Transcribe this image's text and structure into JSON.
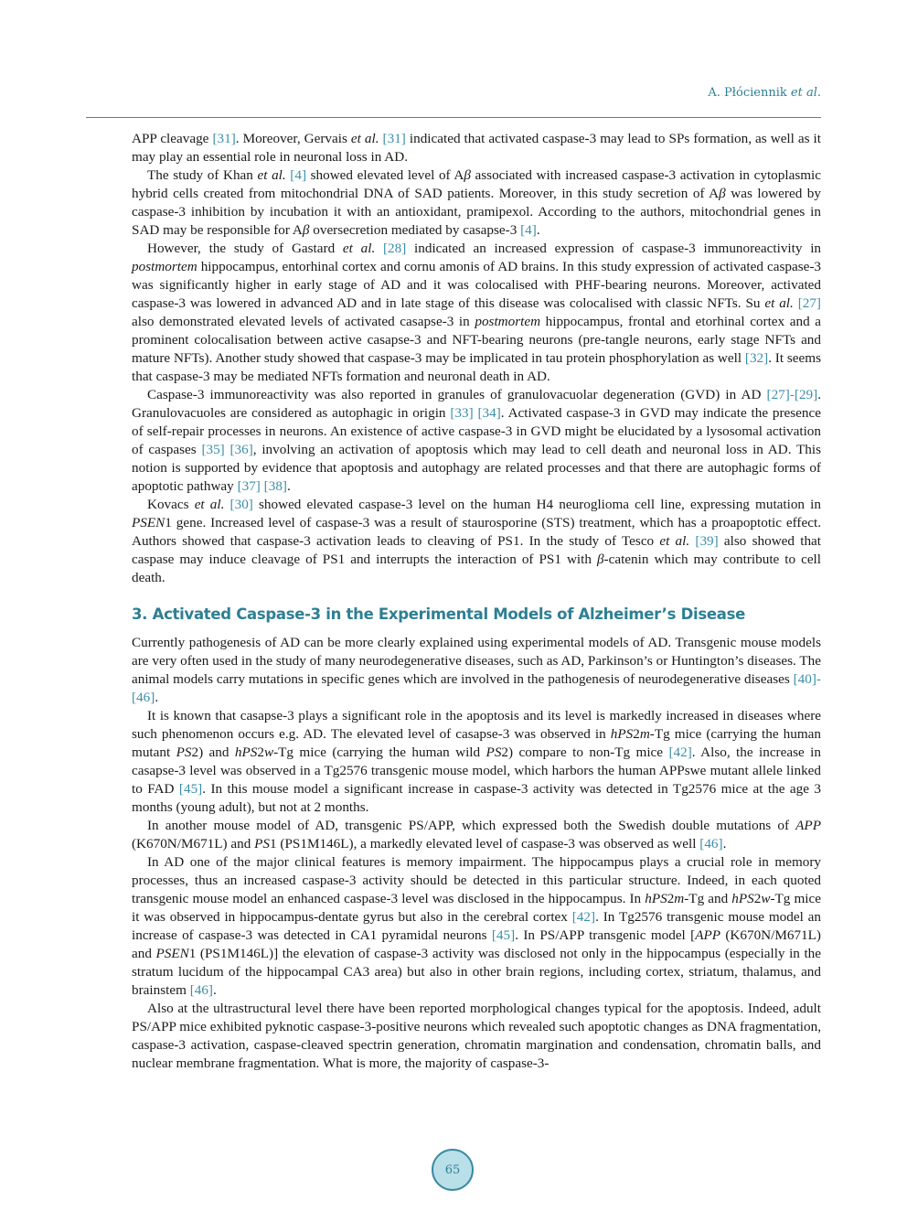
{
  "header": {
    "author": "A. Płóciennik",
    "author_suffix": "et al."
  },
  "page_number": "65",
  "section": {
    "title": "3. Activated Caspase-3 in the Experimental Models of Alzheimer’s Disease"
  },
  "paragraphs": [
    {
      "id": "p1",
      "indent": false,
      "segments": [
        {
          "t": "APP cleavage "
        },
        {
          "ref": "[31]"
        },
        {
          "t": ". Moreover, Gervais "
        },
        {
          "i": "et al."
        },
        {
          "t": " "
        },
        {
          "ref": "[31]"
        },
        {
          "t": " indicated that activated caspase-3 may lead to SPs formation, as well as it may play an essential role in neuronal loss in AD."
        }
      ]
    },
    {
      "id": "p2",
      "indent": true,
      "segments": [
        {
          "t": "The study of Khan "
        },
        {
          "i": "et al."
        },
        {
          "t": " "
        },
        {
          "ref": "[4]"
        },
        {
          "t": " showed elevated level of A"
        },
        {
          "i": "β"
        },
        {
          "t": " associated with increased caspase-3 activation in cytoplasmic hybrid cells created from mitochondrial DNA of SAD patients. Moreover, in this study secretion of A"
        },
        {
          "i": "β"
        },
        {
          "t": " was lowered by caspase-3 inhibition by incubation it with an antioxidant, pramipexol. According to the authors, mitochondrial genes in SAD may be responsible for A"
        },
        {
          "i": "β"
        },
        {
          "t": " oversecretion mediated by casapse-3 "
        },
        {
          "ref": "[4]"
        },
        {
          "t": "."
        }
      ]
    },
    {
      "id": "p3",
      "indent": true,
      "segments": [
        {
          "t": "However, the study of Gastard "
        },
        {
          "i": "et al."
        },
        {
          "t": " "
        },
        {
          "ref": "[28]"
        },
        {
          "t": " indicated an increased expression of caspase-3 immunoreactivity in "
        },
        {
          "i": "postmortem"
        },
        {
          "t": " hippocampus, entorhinal cortex and cornu amonis of AD brains. In this study expression of activated caspase-3 was significantly higher in early stage of AD and it was colocalised with PHF-bearing neurons. Moreover, activated caspase-3 was lowered in advanced AD and in late stage of this disease was colocalised with classic NFTs. Su "
        },
        {
          "i": "et al."
        },
        {
          "t": " "
        },
        {
          "ref": "[27]"
        },
        {
          "t": " also demonstrated elevated levels of activated casapse-3 in "
        },
        {
          "i": "postmortem"
        },
        {
          "t": " hippocampus, frontal and etorhinal cortex and a prominent colocalisation between active casapse-3 and NFT-bearing neurons (pre-tangle neurons, early stage NFTs and mature NFTs). Another study showed that caspase-3 may be implicated in tau protein phosphorylation as well "
        },
        {
          "ref": "[32]"
        },
        {
          "t": ". It seems that caspase-3 may be mediated NFTs formation and neuronal death in AD."
        }
      ]
    },
    {
      "id": "p4",
      "indent": true,
      "segments": [
        {
          "t": "Caspase-3 immunoreactivity was also reported in granules of granulovacuolar degeneration (GVD) in AD "
        },
        {
          "ref": "[27]-[29]"
        },
        {
          "t": ". Granulovacuoles are considered as autophagic in origin "
        },
        {
          "ref": "[33] [34]"
        },
        {
          "t": ". Activated caspase-3 in GVD may indicate the presence of self-repair processes in neurons. An existence of active caspase-3 in GVD might be elucidated by a lysosomal activation of caspases "
        },
        {
          "ref": "[35] [36]"
        },
        {
          "t": ", involving an activation of apoptosis which may lead to cell death and neuronal loss in AD. This notion is supported by evidence that apoptosis and autophagy are related processes and that there are autophagic forms of apoptotic pathway "
        },
        {
          "ref": "[37] [38]"
        },
        {
          "t": "."
        }
      ]
    },
    {
      "id": "p5",
      "indent": true,
      "segments": [
        {
          "t": "Kovacs "
        },
        {
          "i": "et al."
        },
        {
          "t": " "
        },
        {
          "ref": "[30]"
        },
        {
          "t": " showed elevated caspase-3 level on the human H4 neuroglioma cell line, expressing mutation in "
        },
        {
          "i": "PSEN"
        },
        {
          "t": "1 gene. Increased level of caspase-3 was a result of staurosporine (STS) treatment, which has a proapoptotic effect. Authors showed that caspase-3 activation leads to cleaving of PS1. In the study of Tesco "
        },
        {
          "i": "et al."
        },
        {
          "t": " "
        },
        {
          "ref": "[39]"
        },
        {
          "t": " also showed that caspase may induce cleavage of PS1 and interrupts the interaction of PS1 with "
        },
        {
          "i": "β"
        },
        {
          "t": "-catenin which may contribute to cell death."
        }
      ]
    }
  ],
  "section_paragraphs": [
    {
      "id": "s1",
      "indent": false,
      "segments": [
        {
          "t": "Currently pathogenesis of AD can be more clearly explained using experimental models of AD. Transgenic mouse models are very often used in the study of many neurodegenerative diseases, such as AD, Parkinson’s or Huntington’s diseases. The animal models carry mutations in specific genes which are involved in the pathogenesis of neurodegenerative diseases "
        },
        {
          "ref": "[40]-[46]"
        },
        {
          "t": "."
        }
      ]
    },
    {
      "id": "s2",
      "indent": true,
      "segments": [
        {
          "t": "It is known that casapse-3 plays a significant role in the apoptosis and its level is markedly increased in diseases where such phenomenon occurs e.g. AD. The elevated level of casapse-3 was observed in "
        },
        {
          "i": "hPS"
        },
        {
          "t": "2"
        },
        {
          "i": "m"
        },
        {
          "t": "-Tg mice (carrying the human mutant "
        },
        {
          "i": "PS"
        },
        {
          "t": "2) and "
        },
        {
          "i": "hPS"
        },
        {
          "t": "2"
        },
        {
          "i": "w"
        },
        {
          "t": "-Tg mice (carrying the human wild "
        },
        {
          "i": "PS"
        },
        {
          "t": "2) compare to non-Tg mice "
        },
        {
          "ref": "[42]"
        },
        {
          "t": ". Also, the increase in casapse-3 level was observed in a Tg2576 transgenic mouse model, which harbors the human APPswe mutant allele linked to FAD "
        },
        {
          "ref": "[45]"
        },
        {
          "t": ". In this mouse model a significant increase in caspase-3 activity was detected in Tg2576 mice at the age 3 months (young adult), but not at 2 months."
        }
      ]
    },
    {
      "id": "s3",
      "indent": true,
      "segments": [
        {
          "t": "In another mouse model of AD, transgenic PS/APP, which expressed both the Swedish double mutations of "
        },
        {
          "i": "APP"
        },
        {
          "t": " (K670N/M671L) and "
        },
        {
          "i": "PS"
        },
        {
          "t": "1 (PS1M146L), a markedly elevated level of caspase-3 was observed as well "
        },
        {
          "ref": "[46]"
        },
        {
          "t": "."
        }
      ]
    },
    {
      "id": "s4",
      "indent": true,
      "segments": [
        {
          "t": "In AD one of the major clinical features is memory impairment. The hippocampus plays a crucial role in memory processes, thus an increased caspase-3 activity should be detected in this particular structure. Indeed, in each quoted transgenic mouse model an enhanced caspase-3 level was disclosed in the hippocampus. In "
        },
        {
          "i": "hPS"
        },
        {
          "t": "2"
        },
        {
          "i": "m"
        },
        {
          "t": "-Tg and "
        },
        {
          "i": "hPS"
        },
        {
          "t": "2"
        },
        {
          "i": "w"
        },
        {
          "t": "-Tg mice it was observed in hippocampus-dentate gyrus but also in the cerebral cortex "
        },
        {
          "ref": "[42]"
        },
        {
          "t": ". In Tg2576 transgenic mouse model an increase of caspase-3 was detected in CA1 pyramidal neurons "
        },
        {
          "ref": "[45]"
        },
        {
          "t": ". In PS/APP transgenic model ["
        },
        {
          "i": "APP"
        },
        {
          "t": " (K670N/M671L) and "
        },
        {
          "i": "PSEN"
        },
        {
          "t": "1 (PS1M146L)] the elevation of caspase-3 activity was disclosed not only in the hippocampus (especially in the stratum lucidum of the hippocampal CA3 area) but also in other brain regions, including cortex, striatum, thalamus, and brainstem "
        },
        {
          "ref": "[46]"
        },
        {
          "t": "."
        }
      ]
    },
    {
      "id": "s5",
      "indent": true,
      "segments": [
        {
          "t": "Also at the ultrastructural level there have been reported morphological changes typical for the apoptosis. Indeed, adult PS/APP mice exhibited pyknotic caspase-3-positive neurons which revealed such apoptotic changes as DNA fragmentation, caspase-3 activation, caspase-cleaved spectrin generation, chromatin margination and condensation, chromatin balls, and nuclear membrane fragmentation. What is more, the majority of caspase-3-"
        }
      ]
    }
  ],
  "colors": {
    "accent": "#2e7f93",
    "reference_link": "#3a8eaa",
    "page_badge_fill": "#b9dfe9",
    "text": "#1a1a1a"
  }
}
